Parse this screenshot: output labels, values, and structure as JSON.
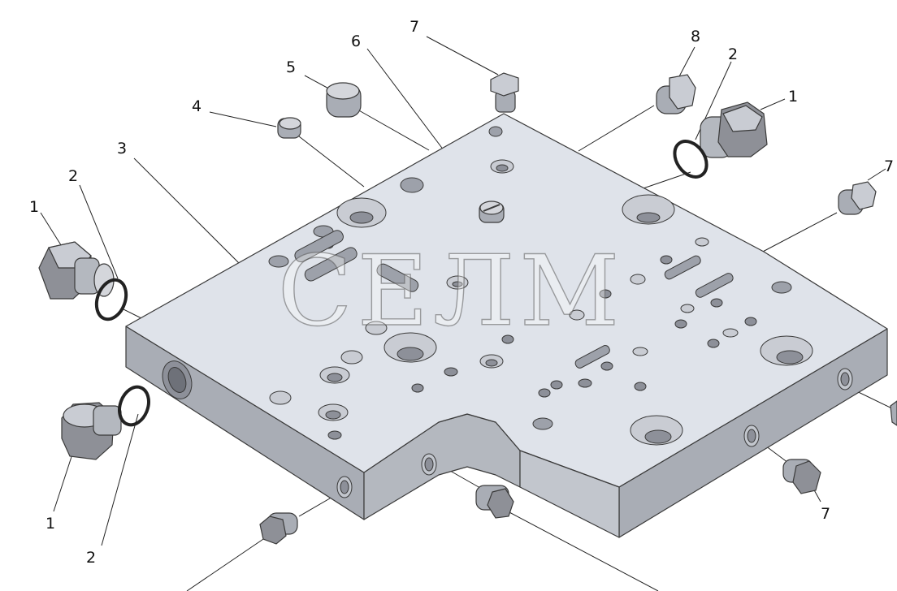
{
  "watermark": {
    "text": "СЕЛМ"
  },
  "colors": {
    "plate_top": "#dfe3ea",
    "plate_side": "#bfc3ca",
    "plate_front": "#a9adb5",
    "outline": "#3a3a3a",
    "hole": "#8d9099",
    "part_light": "#d4d6db",
    "part_dark": "#8e9097"
  },
  "callouts": {
    "c1a": "1",
    "c1b": "1",
    "c1c": "1",
    "c2a": "2",
    "c2b": "2",
    "c2c": "2",
    "c3": "3",
    "c4": "4",
    "c5": "5",
    "c6": "6",
    "c7a": "7",
    "c7b": "7",
    "c7c": "7",
    "c8": "8"
  },
  "parts": [
    {
      "id": "1",
      "icon": "hex-plug-large"
    },
    {
      "id": "2",
      "icon": "o-ring"
    },
    {
      "id": "3",
      "icon": "base-plate"
    },
    {
      "id": "4",
      "icon": "small-plug"
    },
    {
      "id": "5",
      "icon": "threaded-plug"
    },
    {
      "id": "6",
      "icon": "slotted-screw"
    },
    {
      "id": "7",
      "icon": "hex-plug-small"
    },
    {
      "id": "8",
      "icon": "hex-plug-medium"
    }
  ]
}
